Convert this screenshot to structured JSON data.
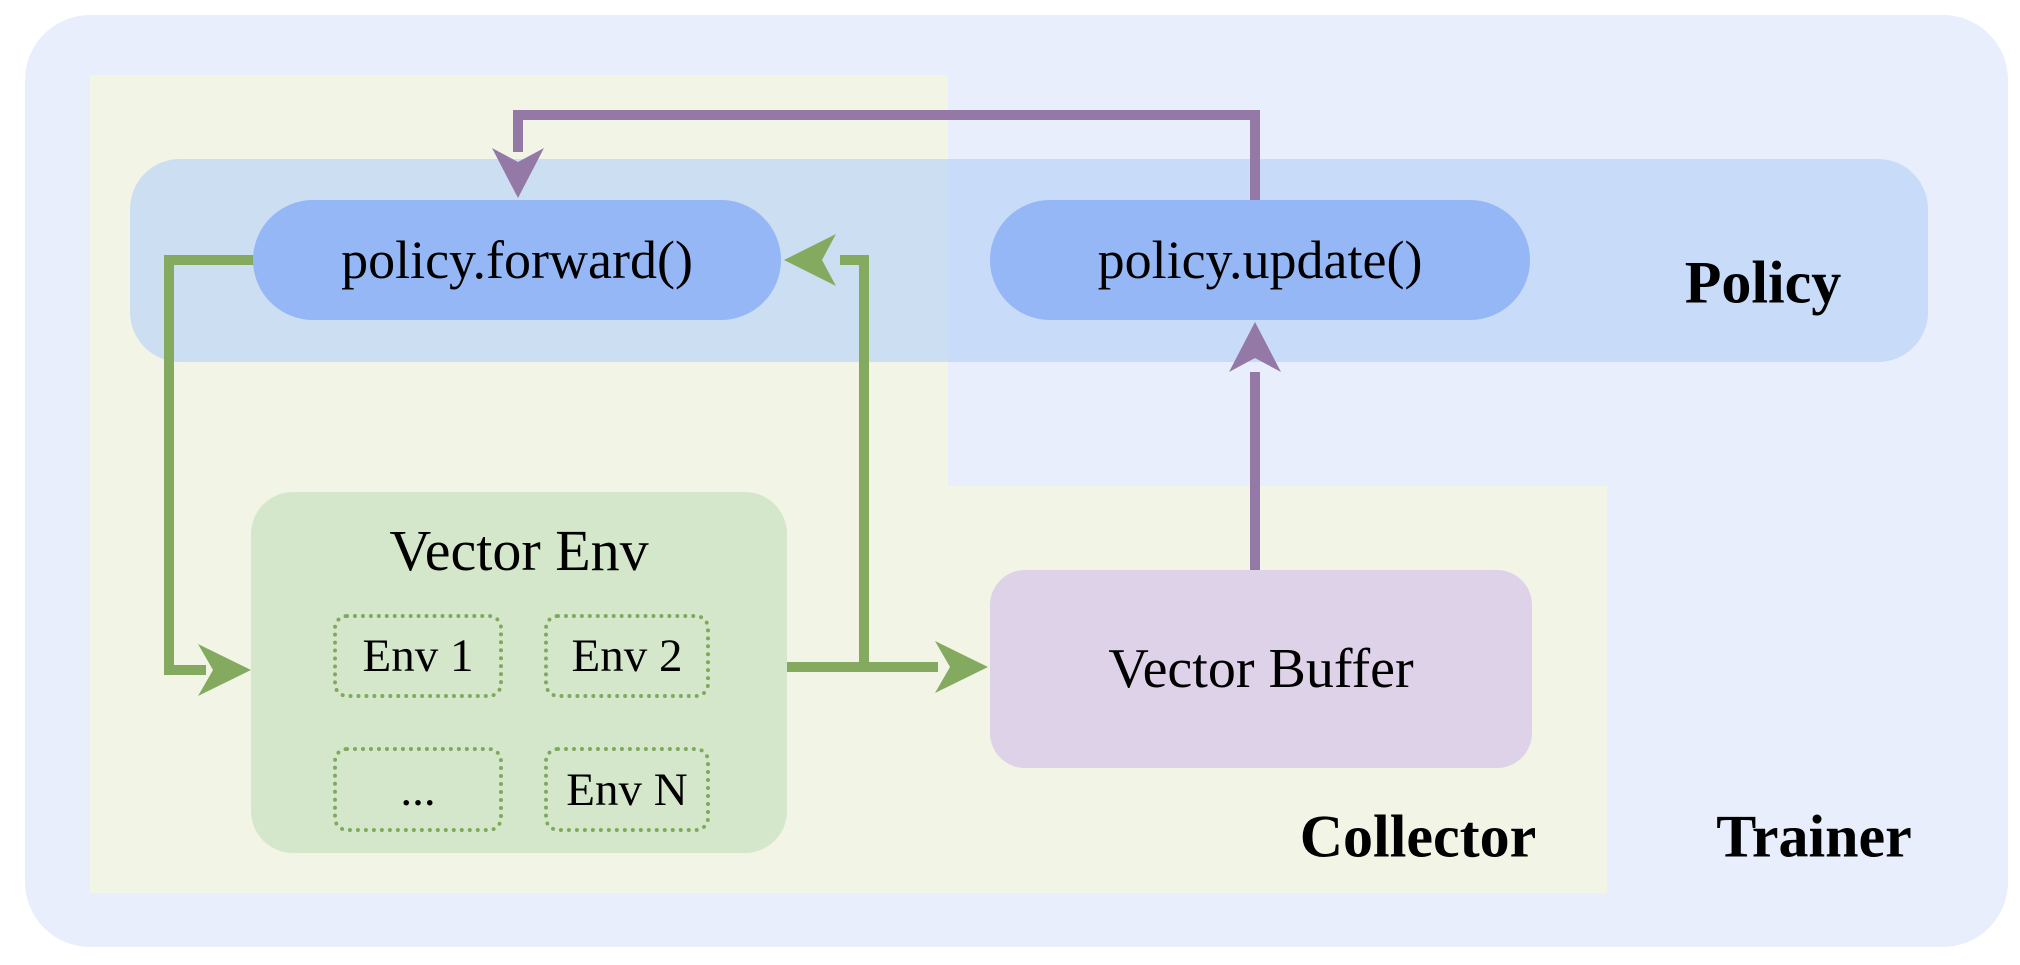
{
  "regions": {
    "trainer_label": "Trainer",
    "collector_label": "Collector",
    "policy_label": "Policy"
  },
  "nodes": {
    "policy_forward": "policy.forward()",
    "policy_update": "policy.update()",
    "vector_env_title": "Vector Env",
    "vector_buffer": "Vector Buffer"
  },
  "envs": {
    "env1": "Env 1",
    "env2": "Env 2",
    "dots": "...",
    "envN": "Env N"
  },
  "arrows": {
    "collect_loop_color_name": "green",
    "update_loop_color_name": "purple"
  },
  "colors": {
    "trainer_bg": "#e8eefb",
    "collector_bg": "#f2f5e6",
    "policy_band_bg": "rgba(183,209,247,0.66)",
    "pill_bg": "#95b7f5",
    "vector_env_bg": "#d5e7cb",
    "vector_buffer_bg": "#ded2e8",
    "env_dash_border": "#7fa95c",
    "green_arrow": "#84aa5f",
    "purple_arrow": "#9478a6"
  }
}
